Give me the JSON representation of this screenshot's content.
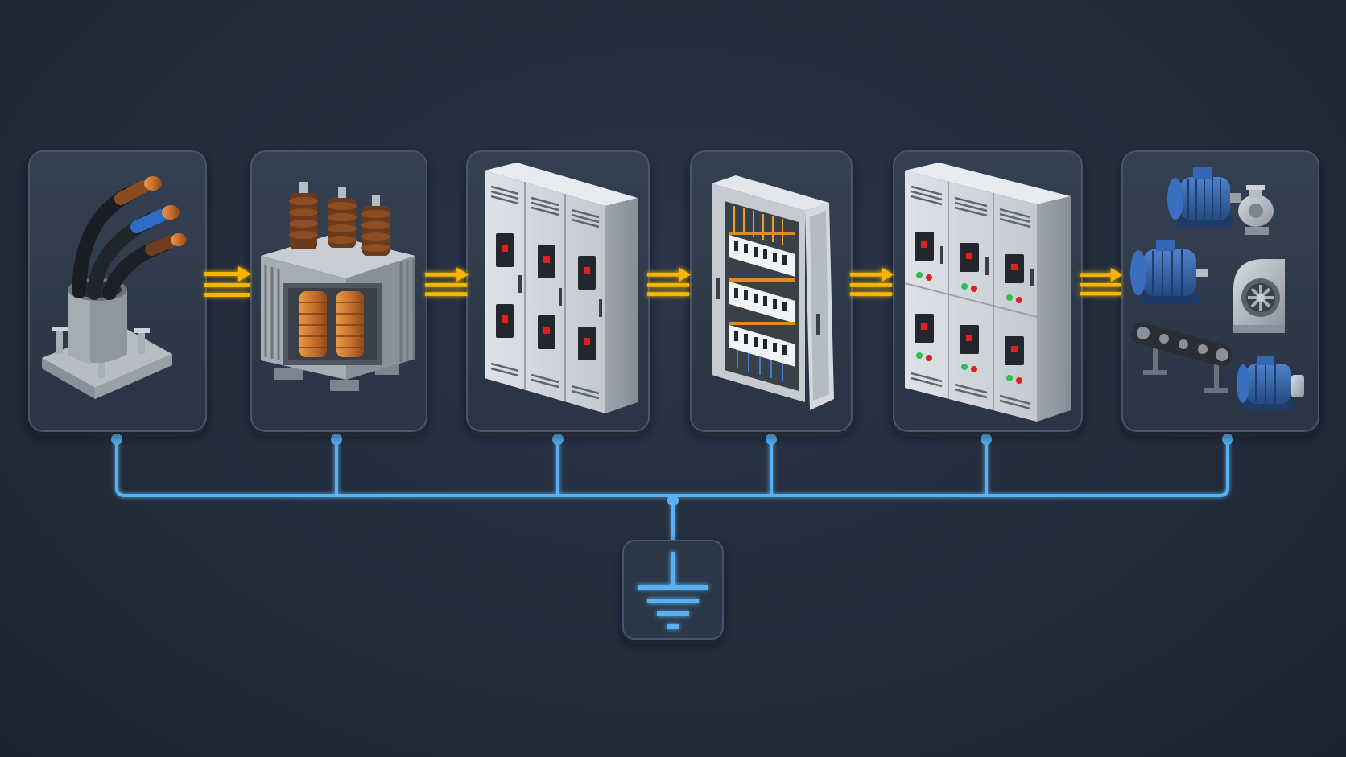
{
  "diagram": {
    "stages": [
      {
        "id": "incoming-cable",
        "icon": "three-core-cable-icon"
      },
      {
        "id": "transformer",
        "icon": "power-transformer-icon"
      },
      {
        "id": "main-switchgear",
        "icon": "switchgear-cabinet-icon"
      },
      {
        "id": "distribution-board",
        "icon": "breaker-panel-icon"
      },
      {
        "id": "motor-control-center",
        "icon": "mcc-cabinet-icon"
      },
      {
        "id": "loads",
        "icon": "motors-pump-fan-conveyor-icon"
      }
    ],
    "flow_arrow_icon": "double-arrow-icon",
    "ground_icon": "earth-ground-icon",
    "colors": {
      "card": "#2f3a4b",
      "card_border": "#4a5668",
      "arrow": "#f7b500",
      "ground_line": "#5ab0f0",
      "motor_blue": "#2f5fa8",
      "cabinet_grey": "#c9ced5",
      "copper": "#c8702e"
    }
  }
}
